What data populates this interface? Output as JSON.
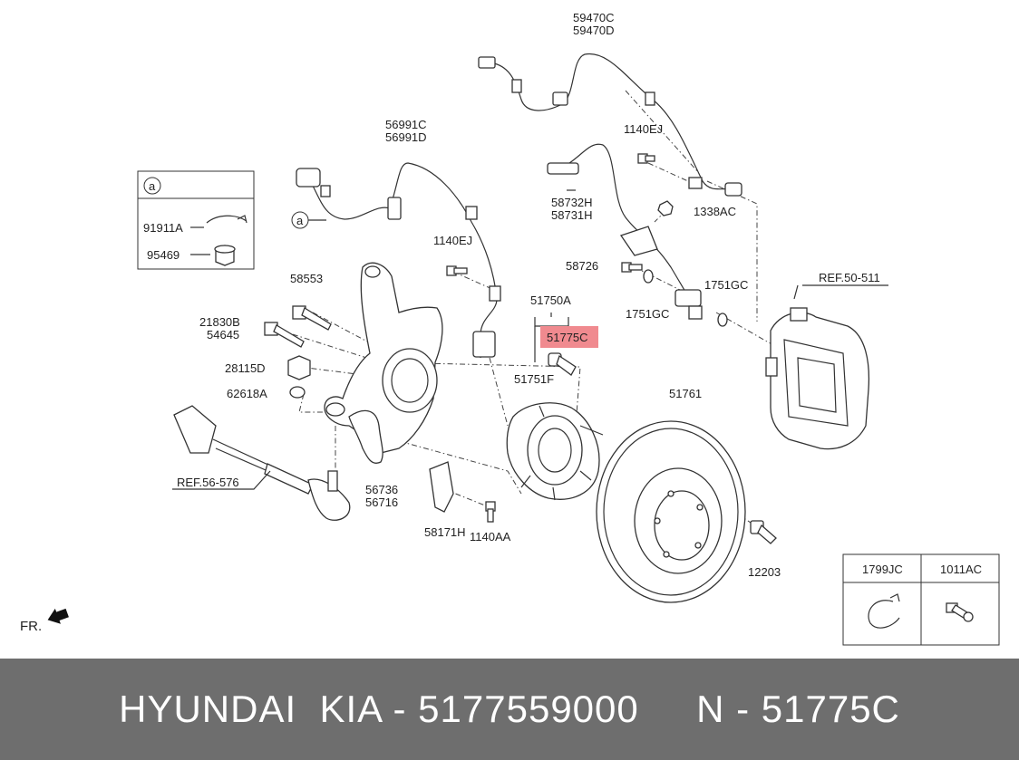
{
  "diagram": {
    "labels": {
      "l_59470C": "59470C",
      "l_59470D": "59470D",
      "l_56991C": "56991C",
      "l_56991D": "56991D",
      "l_1140EJ_top": "1140EJ",
      "l_1140EJ_mid": "1140EJ",
      "l_58732H": "58732H",
      "l_58731H": "58731H",
      "l_1338AC": "1338AC",
      "l_58726": "58726",
      "l_1751GC_a": "1751GC",
      "l_1751GC_b": "1751GC",
      "l_ref_50_511": "REF.50-511",
      "l_58553": "58553",
      "l_21830B": "21830B",
      "l_54645": "54645",
      "l_28115D": "28115D",
      "l_62618A": "62618A",
      "l_51750A": "51750A",
      "l_51775C": "51775C",
      "l_51751F": "51751F",
      "l_51761": "51761",
      "l_56736": "56736",
      "l_56716": "56716",
      "l_58171H": "58171H",
      "l_1140AA": "1140AA",
      "l_ref_56_576": "REF.56-576",
      "l_12203": "12203",
      "l_fr": "FR.",
      "l_circle_a": "a",
      "inset_a_header": "a",
      "l_91911A": "91911A",
      "l_95469": "95469",
      "l_1799JC": "1799JC",
      "l_1011AC": "1011AC"
    },
    "highlight_color": "#f08a8f"
  },
  "footer": {
    "text": "HYUNDAI  KIA - 5177559000     N - 51775C"
  }
}
